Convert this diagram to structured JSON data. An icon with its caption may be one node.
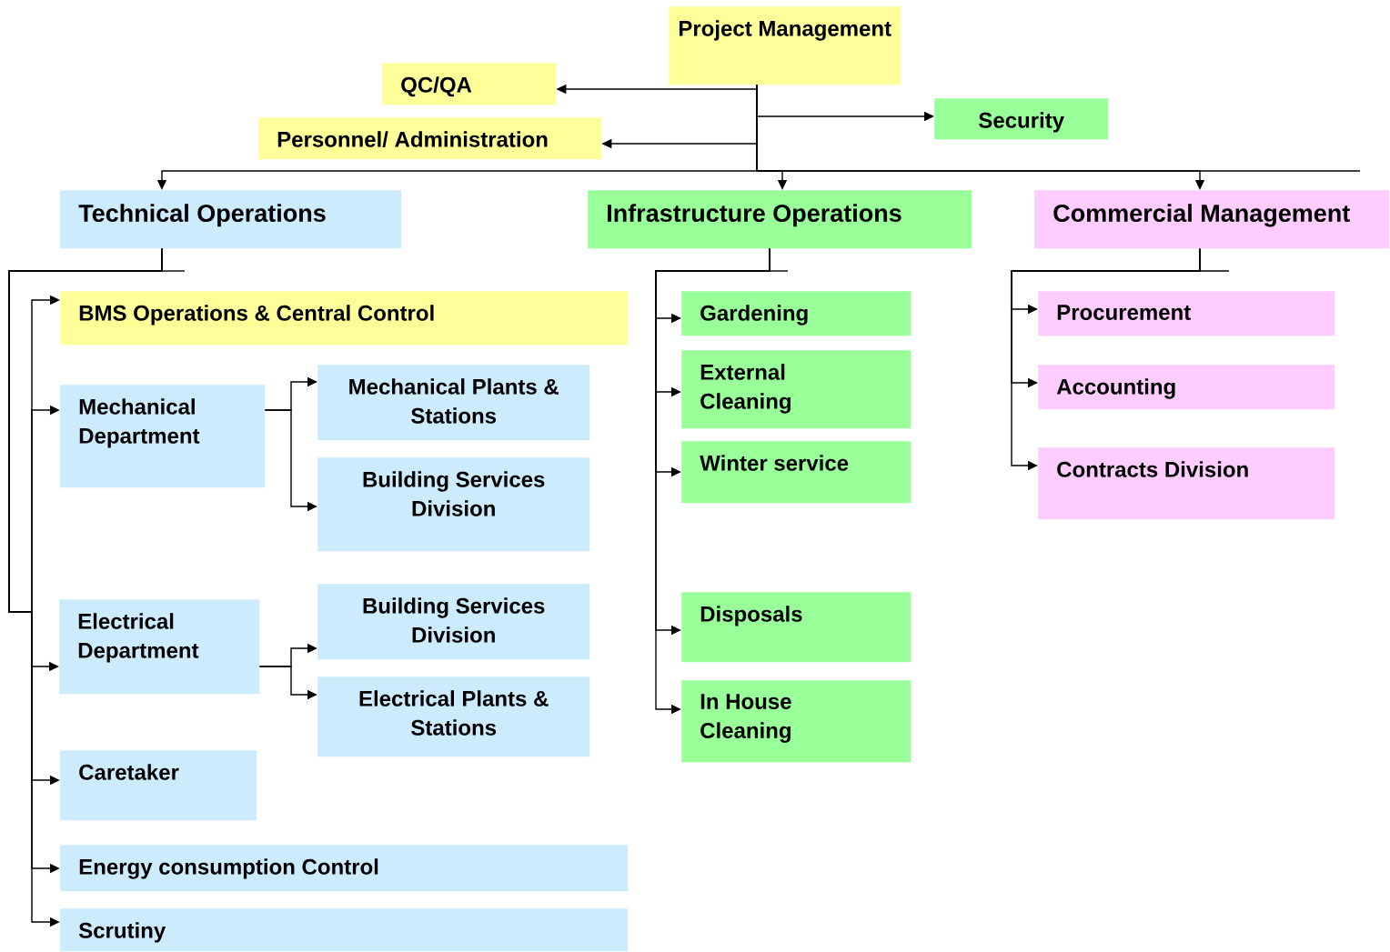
{
  "diagram": {
    "nodes": [
      {
        "text": [
          "Project Management"
        ]
      },
      {
        "text": [
          "QC/QA"
        ]
      },
      {
        "text": [
          "Security"
        ]
      },
      {
        "text": [
          "Personnel/ Administration"
        ]
      },
      {
        "text": [
          "Technical Operations"
        ]
      },
      {
        "text": [
          "Infrastructure Operations"
        ]
      },
      {
        "text": [
          "Commercial Management"
        ]
      },
      {
        "text": [
          "BMS Operations & Central Control"
        ]
      },
      {
        "text": [
          "Mechanical Department"
        ]
      },
      {
        "text": [
          "Mechanical Plants & Stations"
        ]
      },
      {
        "text": [
          "Building Services Division"
        ]
      },
      {
        "text": [
          "Electrical Department"
        ]
      },
      {
        "text": [
          "Building Services Division"
        ]
      },
      {
        "text": [
          "Electrical Plants & Stations"
        ]
      },
      {
        "text": [
          "Caretaker"
        ]
      },
      {
        "text": [
          "Energy consumption Control"
        ]
      },
      {
        "text": [
          "Scrutiny"
        ]
      },
      {
        "text": [
          "Gardening"
        ]
      },
      {
        "text": [
          "External Cleaning"
        ]
      },
      {
        "text": [
          "Winter service"
        ]
      },
      {
        "text": [
          "Disposals"
        ]
      },
      {
        "text": [
          "In House Cleaning"
        ]
      },
      {
        "text": [
          "Procurement"
        ]
      },
      {
        "text": [
          "Accounting"
        ]
      },
      {
        "text": [
          "Contracts Division"
        ]
      }
    ],
    "edges": [
      {
        "from": 0,
        "to": 1,
        "arrow": "to"
      },
      {
        "from": 0,
        "to": 2,
        "arrow": "to"
      },
      {
        "from": 0,
        "to": 3,
        "arrow": "to"
      },
      {
        "from": 0,
        "to": 4,
        "arrow": "to"
      },
      {
        "from": 0,
        "to": 5,
        "arrow": "to"
      },
      {
        "from": 0,
        "to": 6,
        "arrow": "to"
      },
      {
        "from": 4,
        "to": 7,
        "arrow": "to"
      },
      {
        "from": 4,
        "to": 8,
        "arrow": "to"
      },
      {
        "from": 4,
        "to": 11,
        "arrow": "to"
      },
      {
        "from": 4,
        "to": 14,
        "arrow": "to"
      },
      {
        "from": 4,
        "to": 15,
        "arrow": "to"
      },
      {
        "from": 4,
        "to": 16,
        "arrow": "to"
      },
      {
        "from": 8,
        "to": 9,
        "arrow": "to"
      },
      {
        "from": 8,
        "to": 10,
        "arrow": "to"
      },
      {
        "from": 11,
        "to": 12,
        "arrow": "to"
      },
      {
        "from": 11,
        "to": 13,
        "arrow": "to"
      },
      {
        "from": 5,
        "to": 17,
        "arrow": "to"
      },
      {
        "from": 5,
        "to": 18,
        "arrow": "to"
      },
      {
        "from": 5,
        "to": 19,
        "arrow": "to"
      },
      {
        "from": 5,
        "to": 20,
        "arrow": "to"
      },
      {
        "from": 5,
        "to": 21,
        "arrow": "to"
      },
      {
        "from": 6,
        "to": 22,
        "arrow": "to"
      },
      {
        "from": 6,
        "to": 23,
        "arrow": "to"
      },
      {
        "from": 6,
        "to": 24,
        "arrow": "to"
      }
    ]
  }
}
